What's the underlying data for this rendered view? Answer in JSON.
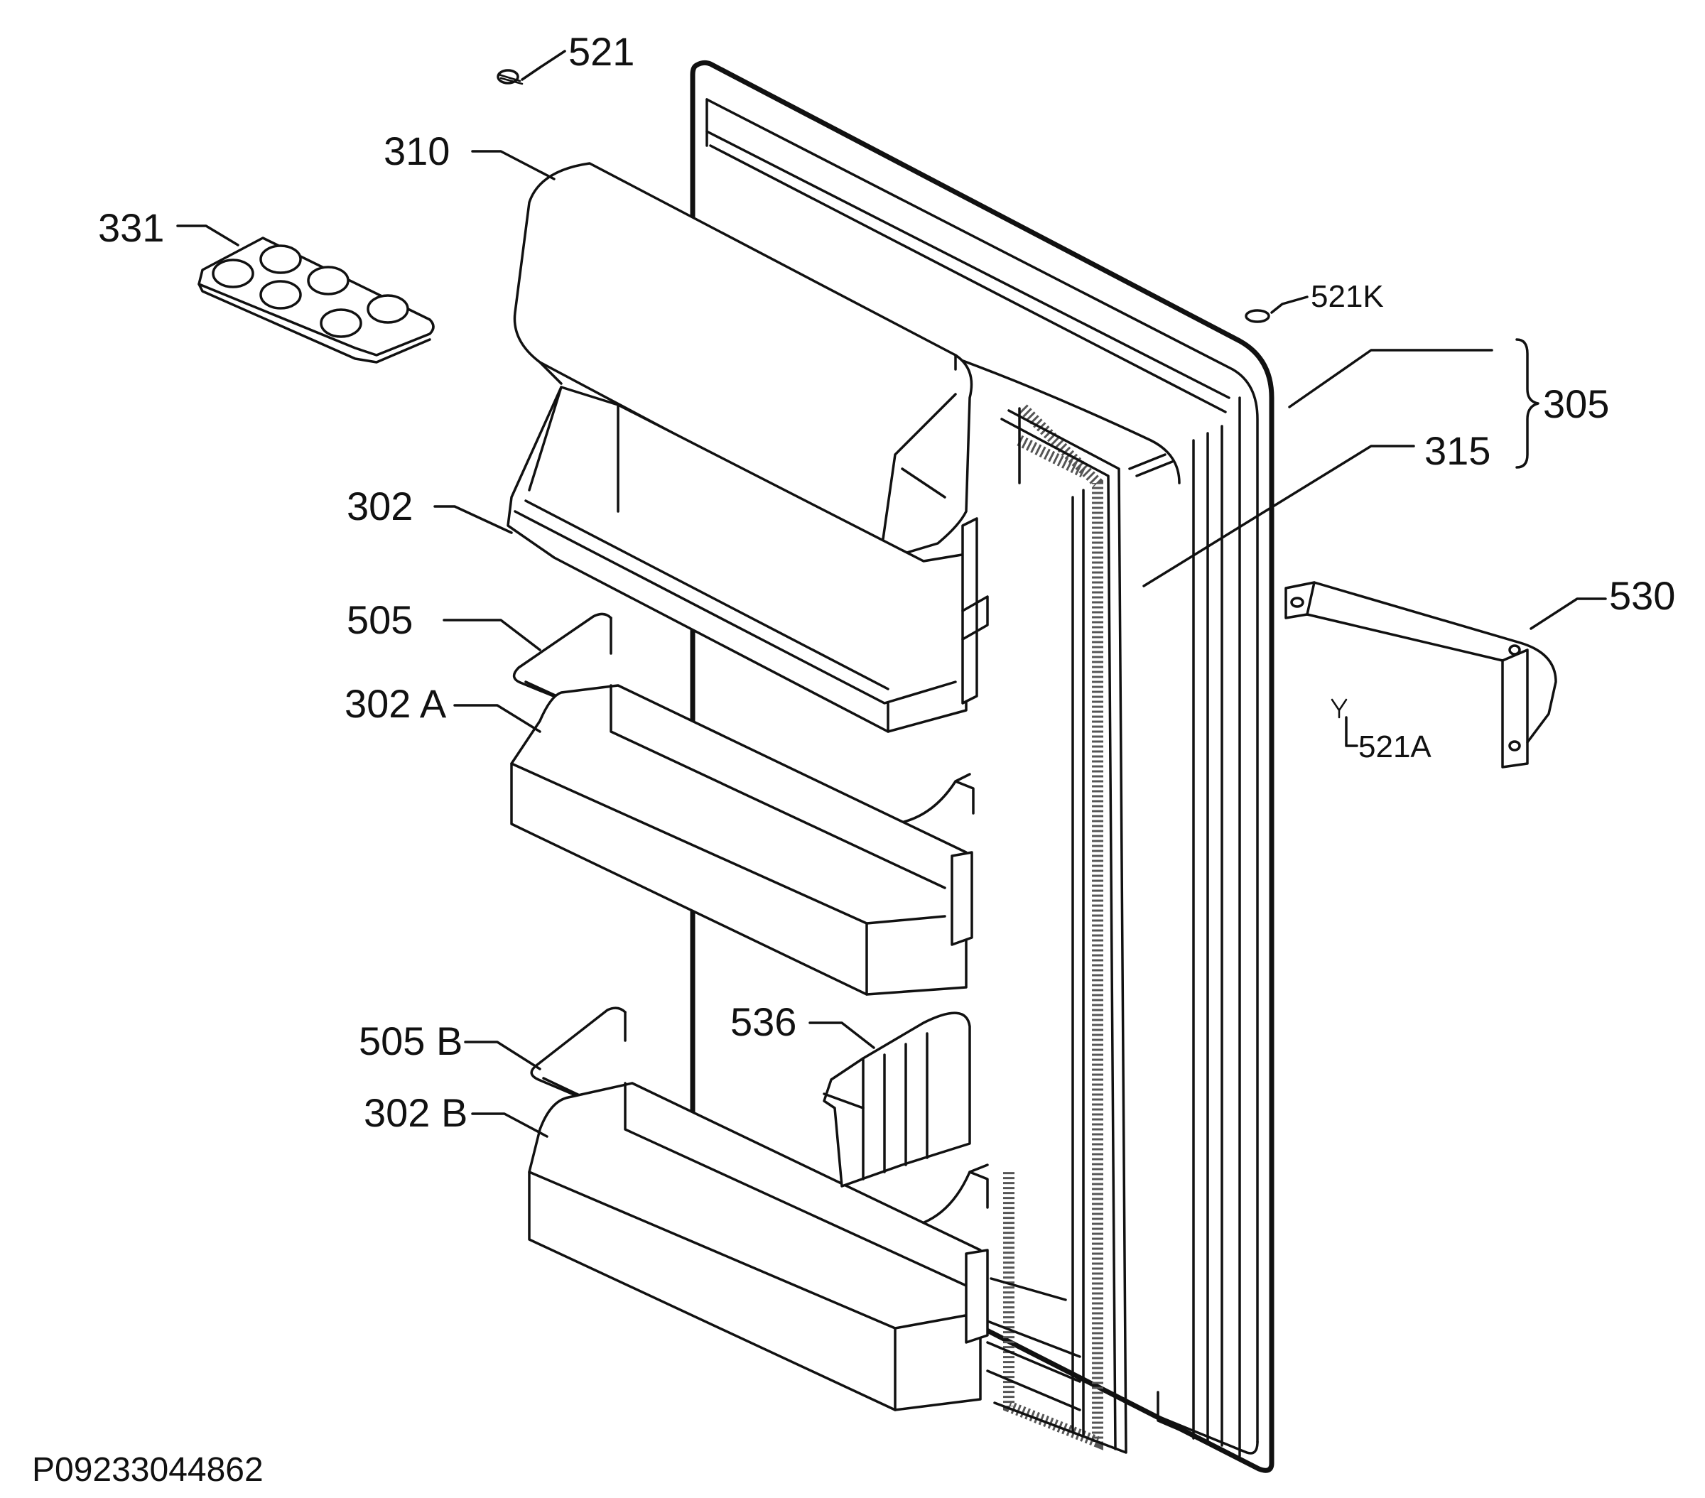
{
  "labels": {
    "l521": "521",
    "l310": "310",
    "l331": "331",
    "l521K": "521K",
    "l305": "305",
    "l315": "315",
    "l302": "302",
    "l505": "505",
    "l302A": "302 A",
    "l530": "530",
    "l521A": "521A",
    "l536": "536",
    "l505B": "505 B",
    "l302B": "302 B"
  },
  "drawing_code": "P09233044862"
}
